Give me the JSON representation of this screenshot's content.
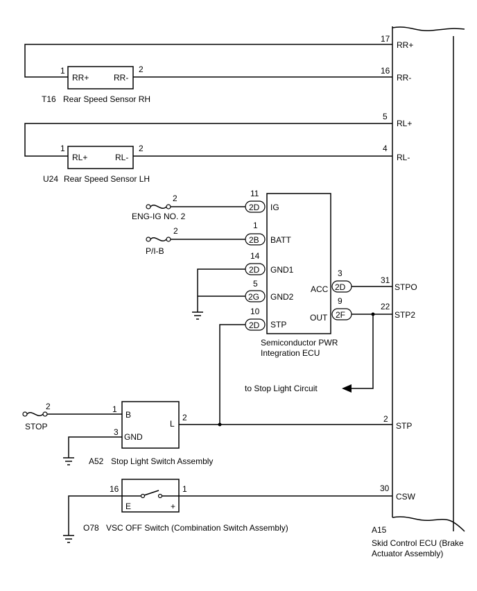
{
  "ecu": {
    "code": "A15",
    "name_line1": "Skid Control ECU (Brake",
    "name_line2": "Actuator Assembly)",
    "pins": [
      {
        "num": "17",
        "label": "RR+"
      },
      {
        "num": "16",
        "label": "RR-"
      },
      {
        "num": "5",
        "label": "RL+"
      },
      {
        "num": "4",
        "label": "RL-"
      },
      {
        "num": "31",
        "label": "STPO"
      },
      {
        "num": "22",
        "label": "STP2"
      },
      {
        "num": "2",
        "label": "STP"
      },
      {
        "num": "30",
        "label": "CSW"
      }
    ]
  },
  "sensor_rh": {
    "code": "T16",
    "name": "Rear Speed Sensor RH",
    "pin1": "1",
    "pin1_label": "RR+",
    "pin2": "2",
    "pin2_label": "RR-"
  },
  "sensor_lh": {
    "code": "U24",
    "name": "Rear Speed Sensor LH",
    "pin1": "1",
    "pin1_label": "RL+",
    "pin2": "2",
    "pin2_label": "RL-"
  },
  "pwr_ecu": {
    "name_line1": "Semiconductor PWR",
    "name_line2": "Integration ECU",
    "pins": [
      {
        "num": "11",
        "conn": "2D",
        "label": "IG"
      },
      {
        "num": "1",
        "conn": "2B",
        "label": "BATT"
      },
      {
        "num": "14",
        "conn": "2D",
        "label": "GND1"
      },
      {
        "num": "5",
        "conn": "2G",
        "label": "GND2"
      },
      {
        "num": "10",
        "conn": "2D",
        "label": "STP"
      },
      {
        "num": "3",
        "conn": "2D",
        "label": "ACC"
      },
      {
        "num": "9",
        "conn": "2F",
        "label": "OUT"
      }
    ]
  },
  "fuses": [
    {
      "name": "ENG-IG NO. 2",
      "pin": "2"
    },
    {
      "name": "P/I-B",
      "pin": "2"
    },
    {
      "name": "STOP",
      "pin": "2"
    }
  ],
  "stop_light_switch": {
    "code": "A52",
    "name": "Stop Light Switch Assembly",
    "pin_b_num": "1",
    "pin_b": "B",
    "pin_gnd_num": "3",
    "pin_gnd": "GND",
    "pin_l_num": "2",
    "pin_l": "L"
  },
  "vsc_switch": {
    "code": "O78",
    "name": "VSC OFF Switch (Combination Switch Assembly)",
    "pin_e_num": "16",
    "pin_e": "E",
    "pin_plus_num": "1",
    "pin_plus": "+"
  },
  "stop_light_circuit": "to Stop Light Circuit"
}
